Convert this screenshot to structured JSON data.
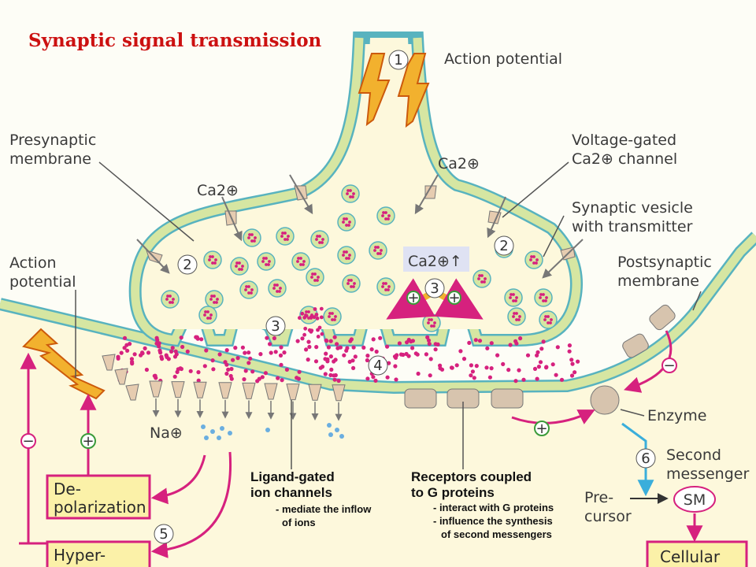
{
  "title": "Synaptic signal transmission",
  "steps": [
    "1",
    "2",
    "2",
    "3",
    "3",
    "4",
    "5",
    "6"
  ],
  "labels": {
    "action_potential_top": "Action potential",
    "presynaptic_1": "Presynaptic",
    "presynaptic_2": "membrane",
    "vg_1": "Voltage-gated",
    "vg_2": "Ca2⊕ channel",
    "ca_left": "Ca2⊕",
    "ca_right": "Ca2⊕",
    "ca_inside": "Ca2⊕↑",
    "vesicle_1": "Synaptic vesicle",
    "vesicle_2": "with transmitter",
    "ap_left_1": "Action",
    "ap_left_2": "potential",
    "postsyn_1": "Postsynaptic",
    "postsyn_2": "membrane",
    "na": "Na⊕",
    "enzyme": "Enzyme",
    "second_messenger_1": "Second",
    "second_messenger_2": "messenger",
    "precursor_1": "Pre-",
    "precursor_2": "cursor",
    "sm": "SM"
  },
  "captions": {
    "ligand_1": "Ligand-gated",
    "ligand_2": "ion channels",
    "ligand_3": "- mediate the inflow",
    "ligand_4": "of ions",
    "gprot_1": "Receptors coupled",
    "gprot_2": "to G proteins",
    "gprot_3": "- interact with G proteins",
    "gprot_4": "- influence the synthesis",
    "gprot_5": "of second messengers"
  },
  "boxes": {
    "depol_1": "De-",
    "depol_2": "polarization",
    "hyper_1": "Hyper-",
    "cellular_1": "Cellular"
  },
  "signs": {
    "plus": "+",
    "minus": "−"
  },
  "colors": {
    "membrane": "#d6e6a2",
    "membrane_edge": "#58b3bf",
    "cytoplasm": "#fdf8dc",
    "transmitter": "#d6217e",
    "title": "#cc1111",
    "box": "#fbf1a8",
    "box_edge": "#d6217e",
    "pathway": "#d6217e",
    "sm_arrow": "#3aaedb"
  }
}
